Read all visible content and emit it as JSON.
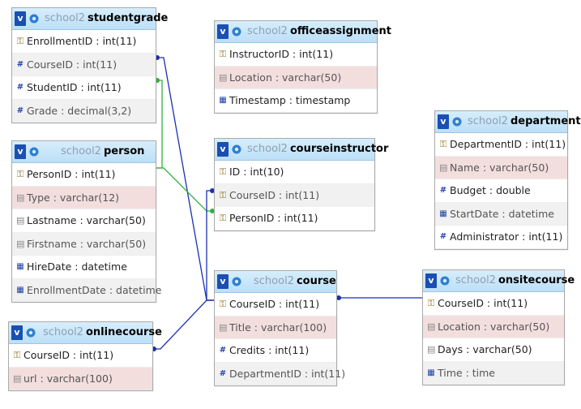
{
  "colors": {
    "fk_link": "#1a2fb0",
    "alt_link": "#2db23a",
    "header": "#bcdff7",
    "highlight_row": "#f3dede"
  },
  "tables": [
    {
      "id": "studentgrade",
      "db": "school2",
      "name": "studentgrade",
      "columns": [
        {
          "text": "EnrollmentID : int(11)",
          "icon": "key-icon",
          "style": "plain"
        },
        {
          "text": "CourseID : int(11)",
          "icon": "hash-icon",
          "style": "alt"
        },
        {
          "text": "StudentID : int(11)",
          "icon": "hash-icon",
          "style": "plain"
        },
        {
          "text": "Grade : decimal(3,2)",
          "icon": "hash-icon",
          "style": "alt"
        }
      ]
    },
    {
      "id": "person",
      "db": "school2",
      "name": "person",
      "columns": [
        {
          "text": "PersonID : int(11)",
          "icon": "key-icon",
          "style": "plain"
        },
        {
          "text": "Type : varchar(12)",
          "icon": "text-icon",
          "style": "hl"
        },
        {
          "text": "Lastname : varchar(50)",
          "icon": "text-icon",
          "style": "plain"
        },
        {
          "text": "Firstname : varchar(50)",
          "icon": "text-icon",
          "style": "alt"
        },
        {
          "text": "HireDate : datetime",
          "icon": "date-icon",
          "style": "plain"
        },
        {
          "text": "EnrollmentDate : datetime",
          "icon": "date-icon",
          "style": "alt"
        }
      ]
    },
    {
      "id": "onlinecourse",
      "db": "school2",
      "name": "onlinecourse",
      "columns": [
        {
          "text": "CourseID : int(11)",
          "icon": "key-icon",
          "style": "plain"
        },
        {
          "text": "url : varchar(100)",
          "icon": "text-icon",
          "style": "hl"
        }
      ]
    },
    {
      "id": "officeassignment",
      "db": "school2",
      "name": "officeassignment",
      "columns": [
        {
          "text": "InstructorID : int(11)",
          "icon": "key-icon",
          "style": "plain"
        },
        {
          "text": "Location : varchar(50)",
          "icon": "text-icon",
          "style": "hl"
        },
        {
          "text": "Timestamp : timestamp",
          "icon": "date-icon",
          "style": "plain"
        }
      ]
    },
    {
      "id": "courseinstructor",
      "db": "school2",
      "name": "courseinstructor",
      "columns": [
        {
          "text": "ID : int(10)",
          "icon": "key-icon",
          "style": "plain"
        },
        {
          "text": "CourseID : int(11)",
          "icon": "key-icon",
          "style": "alt"
        },
        {
          "text": "PersonID : int(11)",
          "icon": "key-icon",
          "style": "plain"
        }
      ]
    },
    {
      "id": "course",
      "db": "school2",
      "name": "course",
      "columns": [
        {
          "text": "CourseID : int(11)",
          "icon": "key-icon",
          "style": "plain"
        },
        {
          "text": "Title : varchar(100)",
          "icon": "text-icon",
          "style": "hl"
        },
        {
          "text": "Credits : int(11)",
          "icon": "hash-icon",
          "style": "plain"
        },
        {
          "text": "DepartmentID : int(11)",
          "icon": "hash-icon",
          "style": "alt"
        }
      ]
    },
    {
      "id": "department",
      "db": "school2",
      "name": "department",
      "columns": [
        {
          "text": "DepartmentID : int(11)",
          "icon": "key-icon",
          "style": "plain"
        },
        {
          "text": "Name : varchar(50)",
          "icon": "text-icon",
          "style": "hl"
        },
        {
          "text": "Budget : double",
          "icon": "hash-icon",
          "style": "plain"
        },
        {
          "text": "StartDate : datetime",
          "icon": "date-icon",
          "style": "alt"
        },
        {
          "text": "Administrator : int(11)",
          "icon": "hash-icon",
          "style": "plain"
        }
      ]
    },
    {
      "id": "onsitecourse",
      "db": "school2",
      "name": "onsitecourse",
      "columns": [
        {
          "text": "CourseID : int(11)",
          "icon": "key-icon",
          "style": "plain"
        },
        {
          "text": "Location : varchar(50)",
          "icon": "text-icon",
          "style": "hl"
        },
        {
          "text": "Days : varchar(50)",
          "icon": "text-icon",
          "style": "plain"
        },
        {
          "text": "Time : time",
          "icon": "date-icon",
          "style": "alt"
        }
      ]
    }
  ],
  "relations": [
    {
      "from": "studentgrade.CourseID",
      "to": "course.CourseID",
      "color": "blue"
    },
    {
      "from": "studentgrade.StudentID",
      "to": "person.PersonID",
      "color": "green"
    },
    {
      "from": "courseinstructor.PersonID",
      "to": "person.PersonID",
      "color": "green"
    },
    {
      "from": "courseinstructor.CourseID",
      "to": "course.CourseID",
      "color": "blue"
    },
    {
      "from": "onlinecourse.CourseID",
      "to": "course.CourseID",
      "color": "blue"
    },
    {
      "from": "onsitecourse.CourseID",
      "to": "course.CourseID",
      "color": "blue"
    }
  ]
}
